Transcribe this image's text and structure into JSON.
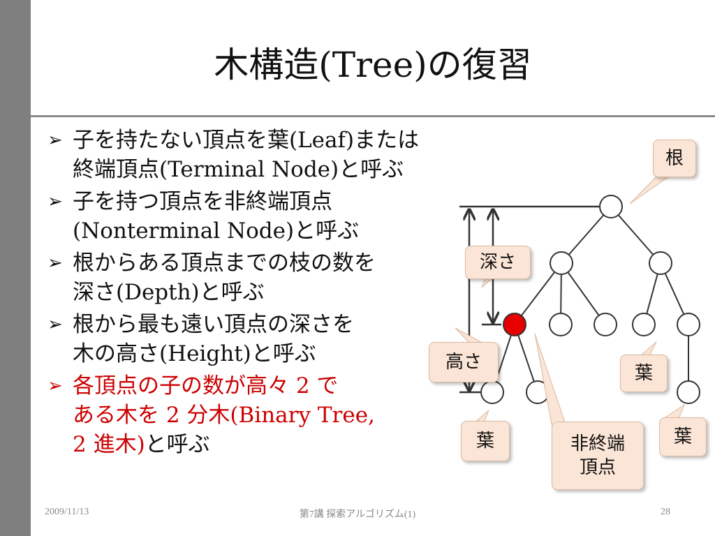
{
  "slide": {
    "title": "木構造(Tree)の復習",
    "bullets": [
      {
        "lines": [
          "子を持たない頂点を葉(Leaf)または",
          "終端頂点(Terminal Node)と呼ぶ"
        ]
      },
      {
        "lines": [
          "子を持つ頂点を非終端頂点",
          "(Nonterminal Node)と呼ぶ"
        ]
      },
      {
        "lines": [
          "根からある頂点までの枝の数を",
          "深さ(Depth)と呼ぶ"
        ]
      },
      {
        "lines": [
          "根から最も遠い頂点の深さを",
          "木の高さ(Height)と呼ぶ"
        ]
      },
      {
        "lines": [
          "各頂点の子の数が高々 2 で",
          "ある木を 2 分木(Binary Tree,",
          "2 進木)"
        ],
        "tail": "と呼ぶ"
      }
    ],
    "bullet_mark": "➢"
  },
  "diagram": {
    "labels": {
      "root": "根",
      "depth": "深さ",
      "height": "高さ",
      "leaf_bottom": "葉",
      "leaf_right": "葉",
      "leaf_far_right": "葉",
      "nonterminal_line1": "非終端",
      "nonterminal_line2": "頂点"
    },
    "colors": {
      "highlight_node": "#e60000",
      "callout_fill": "#fbe5d6"
    }
  },
  "footer": {
    "date": "2009/11/13",
    "course": "第7講 探索アルゴリズム(1)",
    "page": "28"
  }
}
